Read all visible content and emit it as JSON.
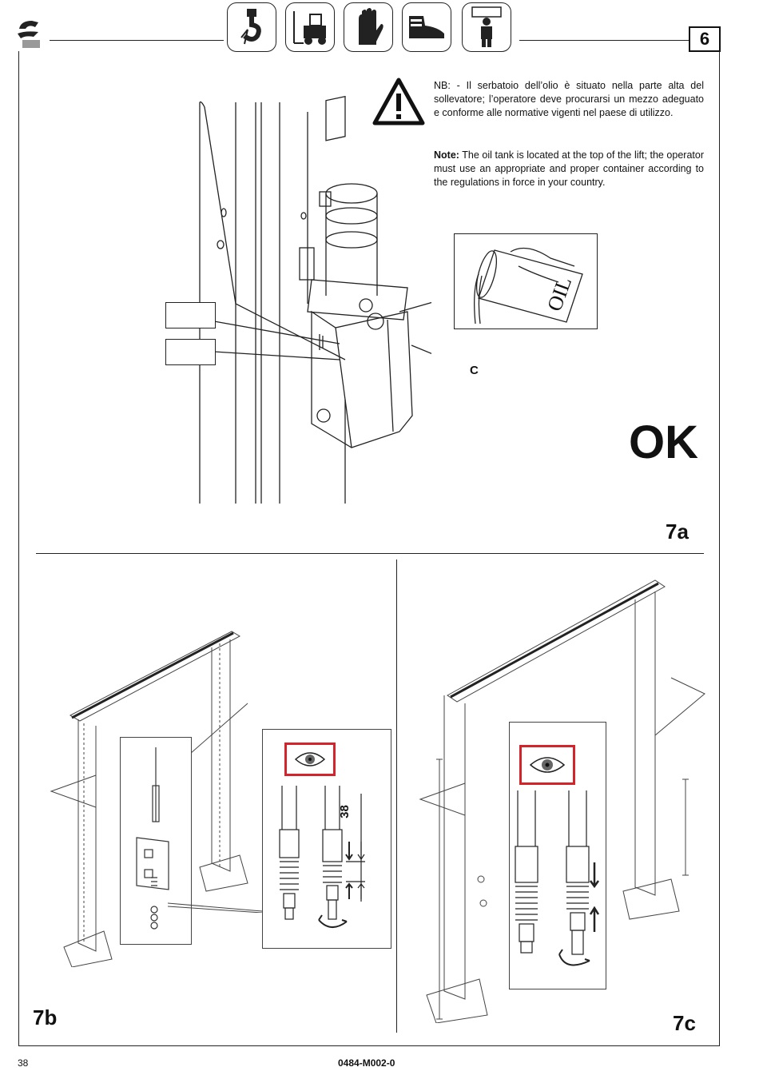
{
  "header": {
    "section_number": "6",
    "icons": [
      "crane-hook-icon",
      "forklift-icon",
      "glove-icon",
      "safety-shoe-icon",
      "operator-icon"
    ]
  },
  "note": {
    "it_text": "NB: - Il serbatoio dell’olio è situato nella parte alta del sollevatore; l’operatore deve procurarsi un mezzo adeguato e conforme alle normative vigenti nel paese di utilizzo.",
    "en_bold": "Note:",
    "en_text": " The oil tank is located at the top of the lift; the operator must use an appropriate and proper container according to the regulations in force in your country."
  },
  "figure_7a": {
    "callout": "C",
    "oil_label": "OIL",
    "ok_text": "OK",
    "label": "7a"
  },
  "figure_7b": {
    "dimension": "38",
    "label": "7b"
  },
  "figure_7c": {
    "label": "7c"
  },
  "footer": {
    "page_number": "38",
    "doc_code": "0484-M002-0"
  }
}
